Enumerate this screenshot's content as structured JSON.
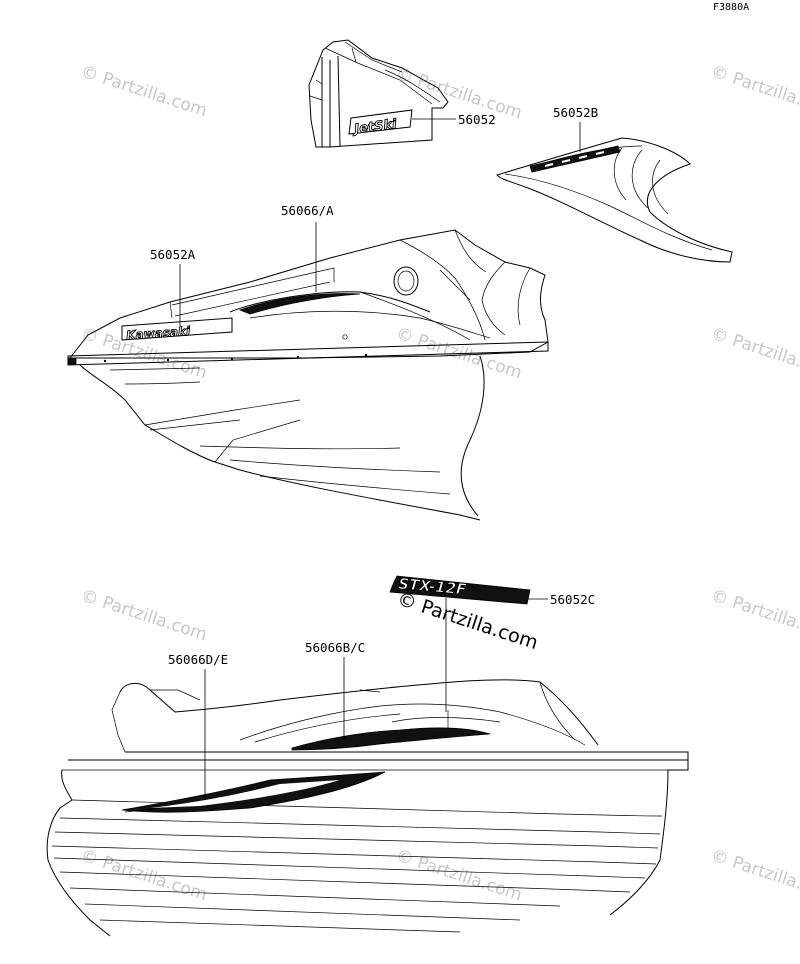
{
  "figure_id": "F3880A",
  "watermark": "© Partzilla.com",
  "decals": {
    "jetski_text": "JetSki",
    "kawasaki_text": "Kawasaki",
    "model_text": "STX-12F"
  },
  "parts": [
    {
      "number": "56052"
    },
    {
      "number": "56052B"
    },
    {
      "number": "56066/A"
    },
    {
      "number": "56052A"
    },
    {
      "number": "56052C"
    },
    {
      "number": "56066D/E"
    },
    {
      "number": "56066B/C"
    }
  ]
}
